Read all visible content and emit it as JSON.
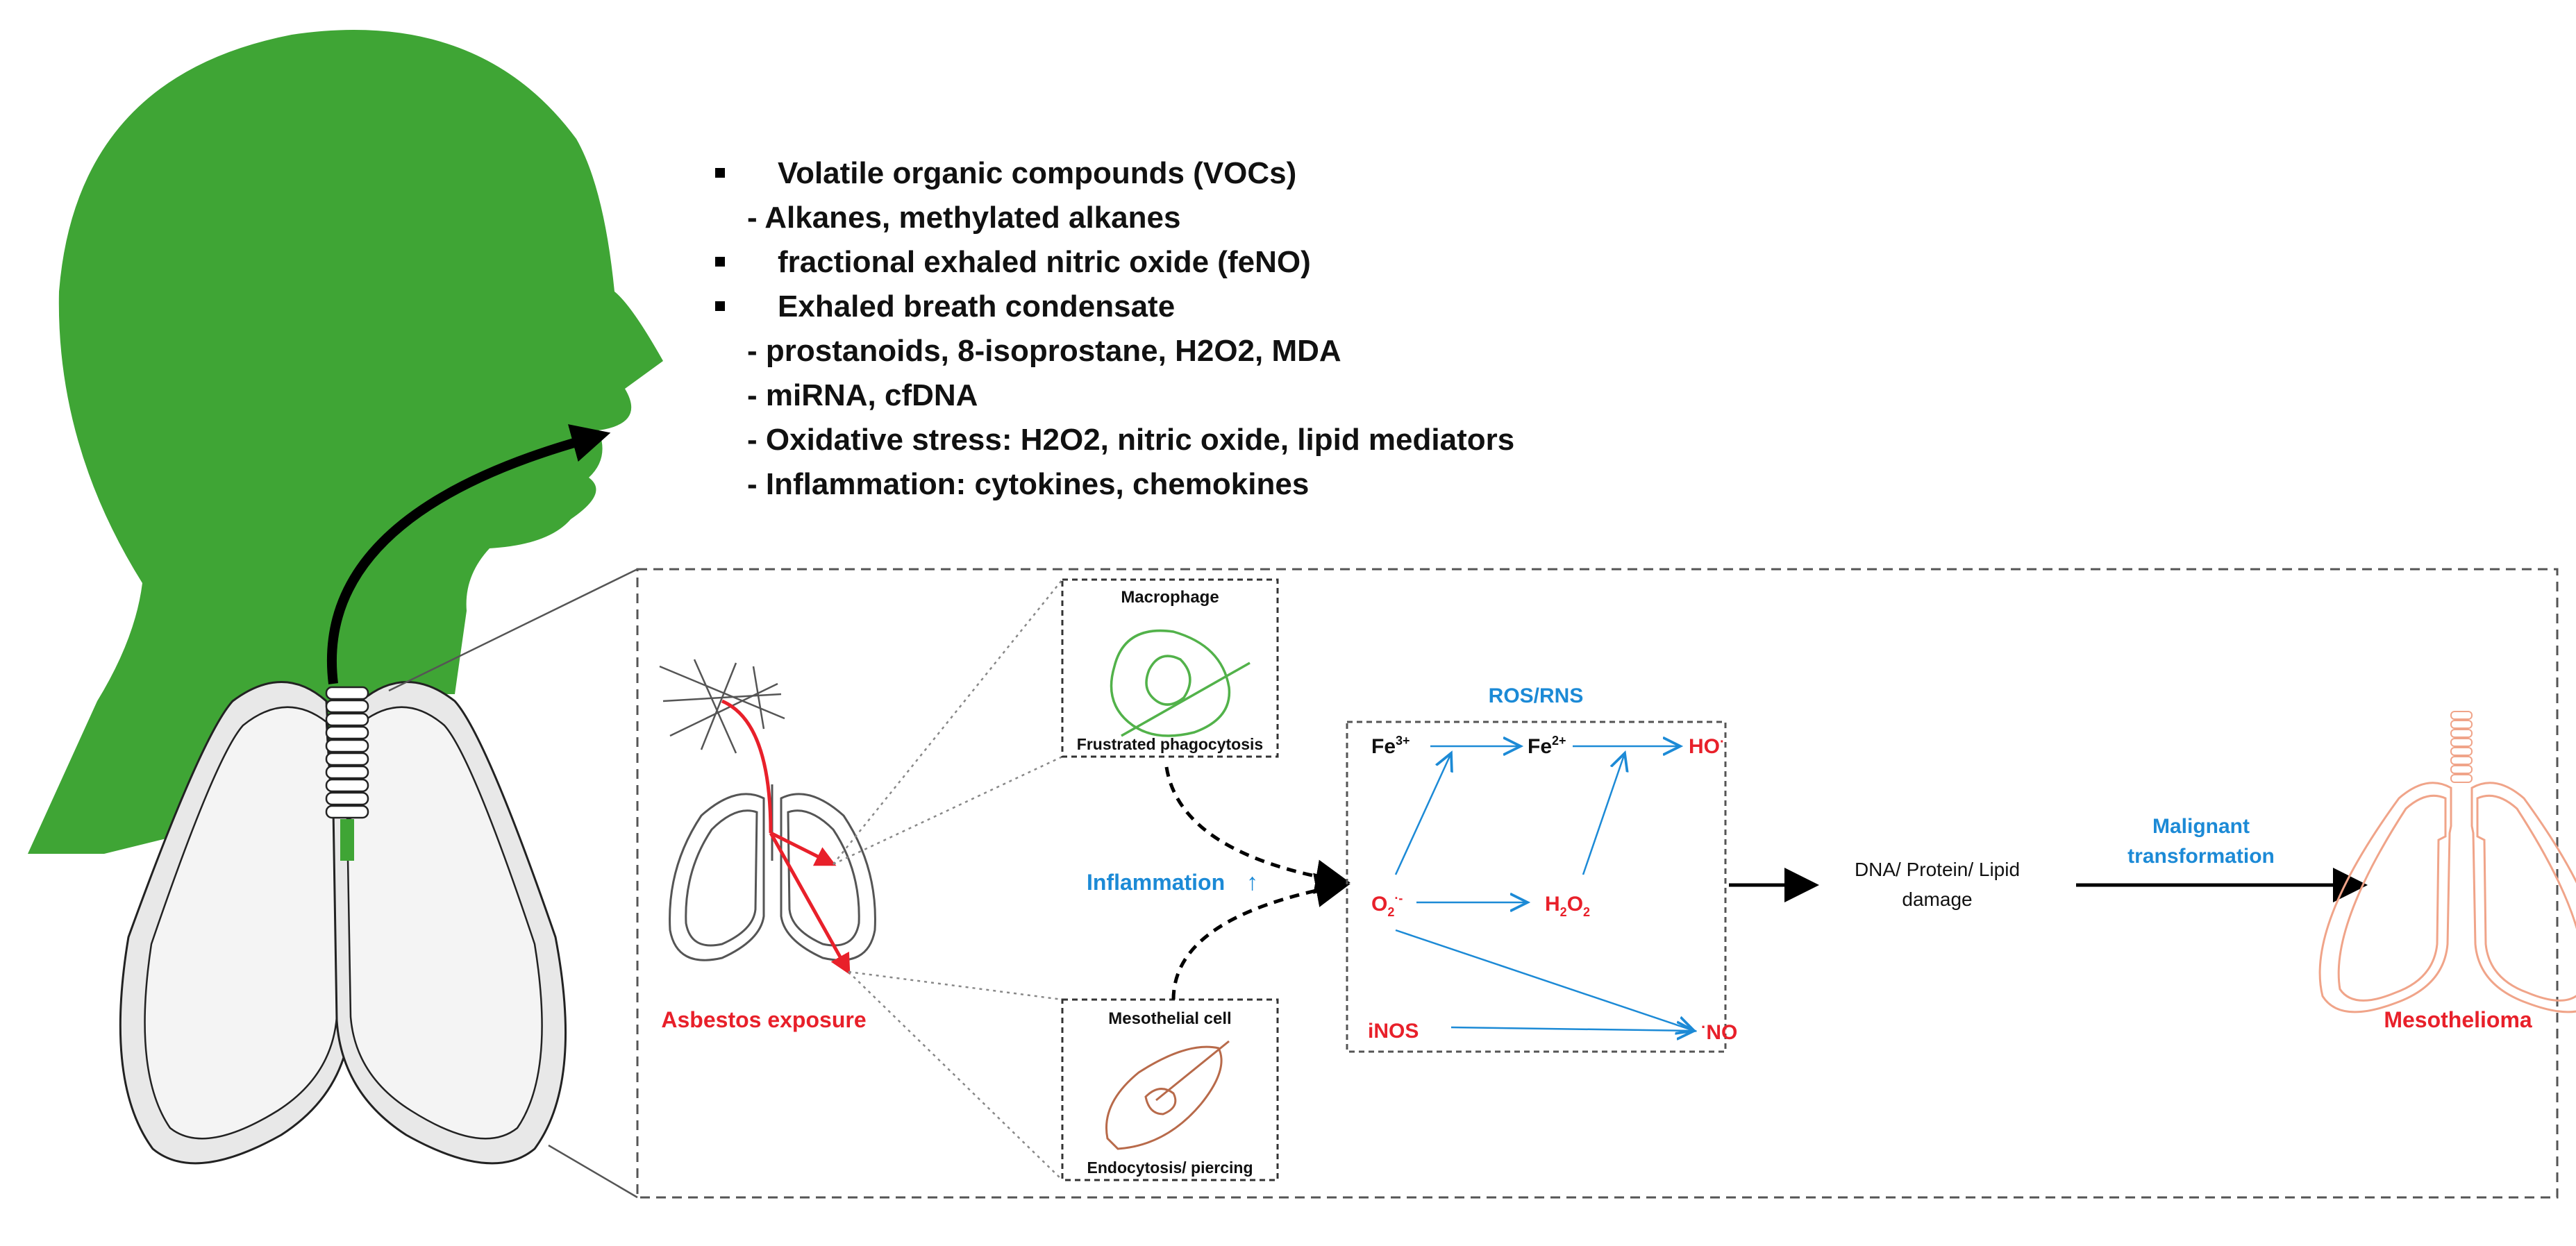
{
  "breath_markers": {
    "items": [
      {
        "kind": "bullet",
        "text": "Volatile organic compounds (VOCs)"
      },
      {
        "kind": "sub",
        "text": "- Alkanes, methylated alkanes"
      },
      {
        "kind": "bullet",
        "text": "fractional exhaled nitric oxide (feNO)"
      },
      {
        "kind": "bullet",
        "text": "Exhaled breath condensate"
      },
      {
        "kind": "sub",
        "text": "- prostanoids, 8-isoprostane, H2O2, MDA"
      },
      {
        "kind": "sub",
        "text": "- miRNA, cfDNA"
      },
      {
        "kind": "sub",
        "text": "- Oxidative stress: H2O2, nitric oxide, lipid mediators"
      },
      {
        "kind": "sub",
        "text": "- Inflammation: cytokines, chemokines"
      }
    ]
  },
  "labels": {
    "macrophage": "Macrophage",
    "frustrated_phagocytosis": "Frustrated phagocytosis",
    "mesothelial_cell": "Mesothelial cell",
    "endocytosis": "Endocytosis/ piercing",
    "asbestos_exposure": "Asbestos exposure",
    "inflammation": "Inflammation",
    "ros_rns": "ROS/RNS",
    "damage_line1": "DNA/ Protein/ Lipid",
    "damage_line2": "damage",
    "malignant_line1": "Malignant",
    "malignant_line2": "transformation",
    "mesothelioma": "Mesothelioma"
  },
  "species": {
    "fe3": "Fe",
    "fe3_sup": "3+",
    "fe2": "Fe",
    "fe2_sup": "2+",
    "ho": "HO",
    "ho_sup": "·",
    "o2": "O",
    "o2_sub": "2",
    "o2_sup": "·-",
    "h2o2_a": "H",
    "h2o2_sub1": "2",
    "h2o2_b": "O",
    "h2o2_sub2": "2",
    "inos": "iNOS",
    "no_dot": "·",
    "no": "NO"
  },
  "colors": {
    "head": "#3fa535",
    "red": "#e8202a",
    "blue": "#1c8ad6",
    "macrophage": "#52b24a",
    "mesothelial": "#b86a4a",
    "mesothelioma_lung": "#f0a489",
    "outline": "#222222"
  },
  "icons": [
    "human-head-silhouette",
    "lungs-icon",
    "asbestos-fiber-icon",
    "macrophage-cell-icon",
    "mesothelial-cell-icon",
    "mesothelioma-lungs-icon"
  ]
}
